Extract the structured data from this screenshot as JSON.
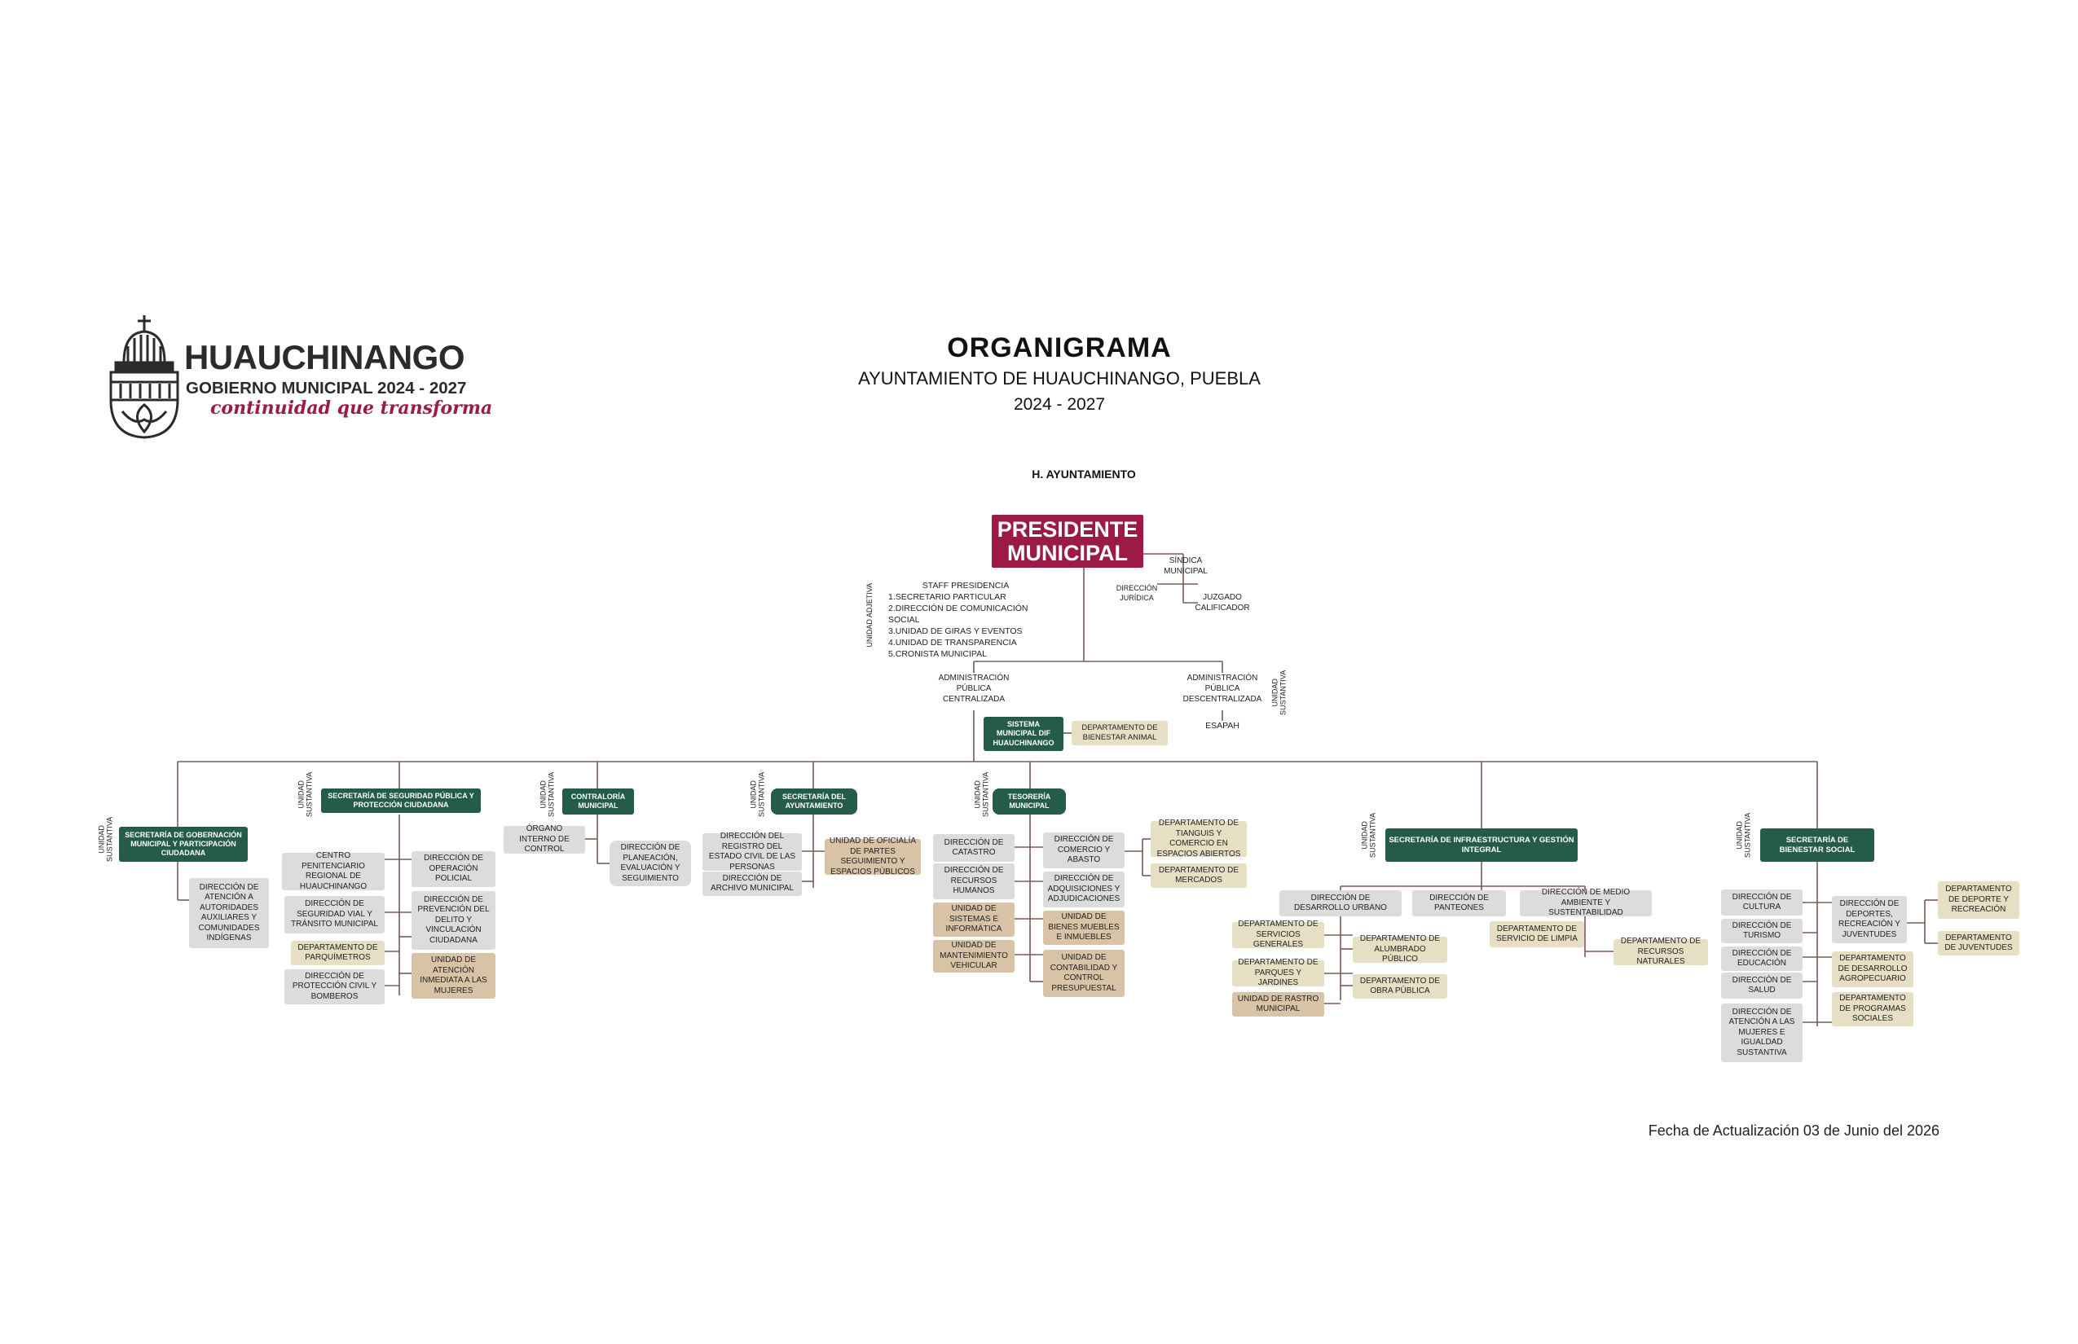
{
  "logo": {
    "name": "HUAUCHINANGO",
    "subtitle": "GOBIERNO MUNICIPAL 2024 - 2027",
    "slogan": "continuidad que transforma",
    "colors": {
      "dark": "#2b2b2b",
      "accent": "#9b1b45"
    }
  },
  "header": {
    "title": "ORGANIGRAMA",
    "subtitle": "AYUNTAMIENTO DE HUAUCHINANGO, PUEBLA",
    "period": "2024 - 2027"
  },
  "top": {
    "ayuntamiento": "H. AYUNTAMIENTO",
    "presidente": "PRESIDENTE MUNICIPAL",
    "sindica": "SÍNDICA MUNICIPAL",
    "direccion_juridica": "DIRECCIÓN JURÍDICA",
    "juzgado": "JUZGADO CALIFICADOR",
    "unidad_adjetiva": "UNIDAD ADJETIVA",
    "staff_title": "STAFF PRESIDENCIA",
    "staff_items": [
      "1.SECRETARIO PARTICULAR",
      "2.DIRECCIÓN DE COMUNICACIÓN SOCIAL",
      "3.UNIDAD DE GIRAS Y EVENTOS",
      "4.UNIDAD DE TRANSPARENCIA",
      "5.CRONISTA MUNICIPAL"
    ],
    "admin_centralizada": "ADMINISTRACIÓN PÚBLICA CENTRALIZADA",
    "admin_descentralizada": "ADMINISTRACIÓN PÚBLICA DESCENTRALIZADA",
    "unidad_sustantiva": "UNIDAD SUSTANTIVA",
    "dif": "SISTEMA MUNICIPAL DIF HUAUCHINANGO",
    "bienestar_animal": "DEPARTAMENTO DE BIENESTAR ANIMAL",
    "esapah": "ESAPAH"
  },
  "vertical_label": "UNIDAD SUSTANTIVA",
  "gobernacion": {
    "title": "SECRETARÍA DE GOBERNACIÓN MUNICIPAL Y PARTICIPACIÓN CIUDADANA",
    "children": [
      "DIRECCIÓN DE ATENCIÓN A AUTORIDADES AUXILIARES Y COMUNIDADES INDÍGENAS"
    ]
  },
  "seguridad": {
    "title": "SECRETARÍA DE SEGURIDAD PÚBLICA Y PROTECCIÓN CIUDADANA",
    "left": [
      "CENTRO PENITENCIARIO REGIONAL DE HUAUCHINANGO",
      "DIRECCIÓN DE SEGURIDAD VIAL Y TRÁNSITO MUNICIPAL",
      "DEPARTAMENTO DE PARQUÍMETROS",
      "DIRECCIÓN DE PROTECCIÓN CIVIL Y BOMBEROS"
    ],
    "right": [
      "DIRECCIÓN DE OPERACIÓN POLICIAL",
      "DIRECCIÓN DE PREVENCIÓN DEL DELITO Y VINCULACIÓN CIUDADANA",
      "UNIDAD DE ATENCIÓN INMEDIATA A LAS MUJERES"
    ]
  },
  "contraloria": {
    "title": "CONTRALORÍA MUNICIPAL",
    "organo": "ÓRGANO INTERNO DE CONTROL",
    "planeacion": "DIRECCIÓN DE PLANEACIÓN, EVALUACIÓN Y SEGUIMIENTO"
  },
  "secretaria_ayuntamiento": {
    "title": "SECRETARÍA DEL AYUNTAMIENTO",
    "registro": "DIRECCIÓN DEL REGISTRO DEL ESTADO CIVIL DE LAS PERSONAS",
    "archivo": "DIRECCIÓN DE ARCHIVO MUNICIPAL",
    "oficialia": "UNIDAD DE OFICIALÍA DE PARTES SEGUIMIENTO Y ESPACIOS PÚBLICOS"
  },
  "tesoreria": {
    "title": "TESORERÍA MUNICIPAL",
    "left": [
      "DIRECCIÓN DE CATASTRO",
      "DIRECCIÓN DE RECURSOS HUMANOS",
      "UNIDAD DE SISTEMAS E INFORMÁTICA",
      "UNIDAD DE MANTENIMIENTO VEHICULAR"
    ],
    "right": [
      "DIRECCIÓN DE COMERCIO Y ABASTO",
      "DIRECCIÓN DE ADQUISICIONES Y ADJUDICACIONES",
      "UNIDAD DE BIENES MUEBLES E INMUEBLES",
      "UNIDAD DE CONTABILIDAD Y CONTROL PRESUPUESTAL"
    ],
    "far": [
      "DEPARTAMENTO DE TIANGUIS Y COMERCIO EN ESPACIOS ABIERTOS",
      "DEPARTAMENTO DE MERCADOS"
    ]
  },
  "infraestructura": {
    "title": "SECRETARÍA DE INFRAESTRUCTURA Y GESTIÓN INTEGRAL",
    "dirs": [
      "DIRECCIÓN DE DESARROLLO URBANO",
      "DIRECCIÓN DE PANTEONES",
      "DIRECCIÓN DE MEDIO AMBIENTE Y SUSTENTABILIDAD"
    ],
    "urbano_left": [
      "DEPARTAMENTO DE SERVICIOS GENERALES",
      "DEPARTAMENTO DE PARQUES Y JARDINES",
      "UNIDAD DE RASTRO MUNICIPAL"
    ],
    "urbano_right": [
      "DEPARTAMENTO DE ALUMBRADO PÚBLICO",
      "DEPARTAMENTO DE OBRA PÚBLICA"
    ],
    "ambiente": [
      "DEPARTAMENTO DE SERVICIO DE LIMPIA",
      "DEPARTAMENTO DE RECURSOS NATURALES"
    ]
  },
  "bienestar": {
    "title": "SECRETARÍA DE BIENESTAR SOCIAL",
    "left": [
      "DIRECCIÓN DE CULTURA",
      "DIRECCIÓN DE TURISMO",
      "DIRECCIÓN DE EDUCACIÓN",
      "DIRECCIÓN DE SALUD",
      "DIRECCIÓN DE ATENCIÓN A LAS MUJERES E IGUALDAD SUSTANTIVA"
    ],
    "right": [
      "DIRECCIÓN DE DEPORTES, RECREACIÓN Y JUVENTUDES",
      "DEPARTAMENTO DE DESARROLLO AGROPECUARIO",
      "DEPARTAMENTO DE PROGRAMAS SOCIALES"
    ],
    "far": [
      "DEPARTAMENTO DE DEPORTE Y RECREACIÓN",
      "DEPARTAMENTO DE JUVENTUDES"
    ]
  },
  "footer": {
    "fecha": "Fecha de Actualización 03 de Junio del 2026"
  }
}
